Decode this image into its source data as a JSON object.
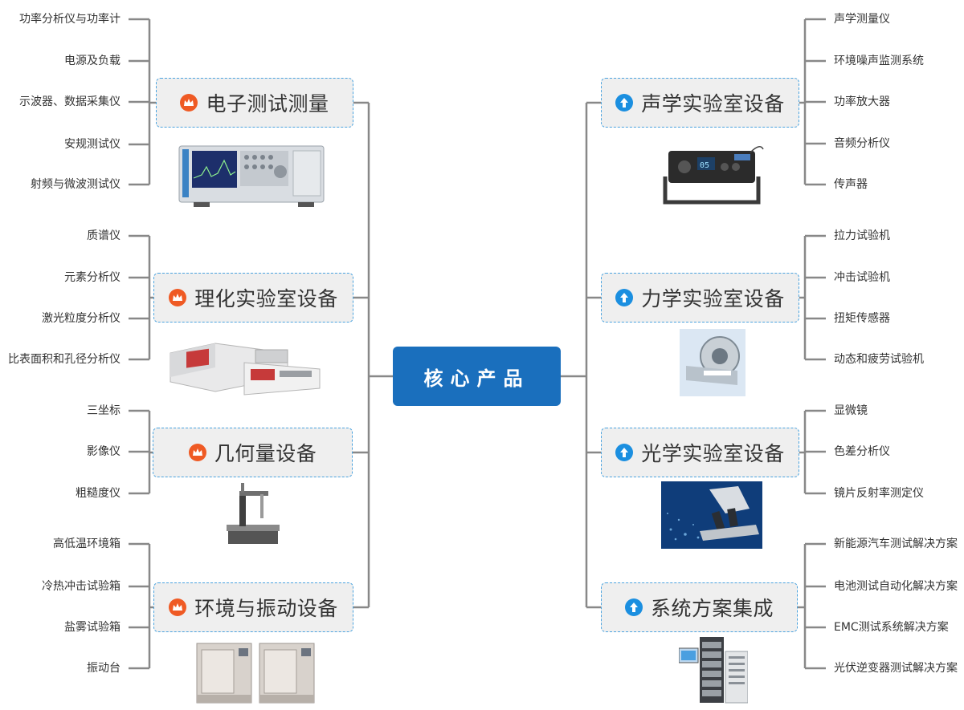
{
  "center": {
    "label": "核心产品"
  },
  "colors": {
    "center": "#1a6fbd",
    "connector": "#888888",
    "branch_border": "#4aa3df",
    "crown_icon": "#ef5a24",
    "up_icon": "#1b8fe0"
  },
  "left": [
    {
      "label": "电子测试测量",
      "icon": "crown-icon",
      "items": [
        "功率分析仪与功率计",
        "电源及负载",
        "示波器、数据采集仪",
        "安规测试仪",
        "射频与微波测试仪"
      ]
    },
    {
      "label": "理化实验室设备",
      "icon": "crown-icon",
      "items": [
        "质谱仪",
        "元素分析仪",
        "激光粒度分析仪",
        "比表面积和孔径分析仪"
      ]
    },
    {
      "label": "几何量设备",
      "icon": "crown-icon",
      "items": [
        "三坐标",
        "影像仪",
        "粗糙度仪"
      ]
    },
    {
      "label": "环境与振动设备",
      "icon": "crown-icon",
      "items": [
        "高低温环境箱",
        "冷热冲击试验箱",
        "盐雾试验箱",
        "振动台"
      ]
    }
  ],
  "right": [
    {
      "label": "声学实验室设备",
      "icon": "arrow-up-icon",
      "items": [
        "声学测量仪",
        "环境噪声监测系统",
        "功率放大器",
        "音频分析仪",
        "传声器"
      ]
    },
    {
      "label": "力学实验室设备",
      "icon": "arrow-up-icon",
      "items": [
        "拉力试验机",
        "冲击试验机",
        "扭矩传感器",
        "动态和疲劳试验机"
      ]
    },
    {
      "label": "光学实验室设备",
      "icon": "arrow-up-icon",
      "items": [
        "显微镜",
        "色差分析仪",
        "镜片反射率测定仪"
      ]
    },
    {
      "label": "系统方案集成",
      "icon": "arrow-up-icon",
      "items": [
        "新能源汽车测试解决方案",
        "电池测试自动化解决方案",
        "EMC测试系统解决方案",
        "光伏逆变器测试解决方案"
      ]
    }
  ]
}
